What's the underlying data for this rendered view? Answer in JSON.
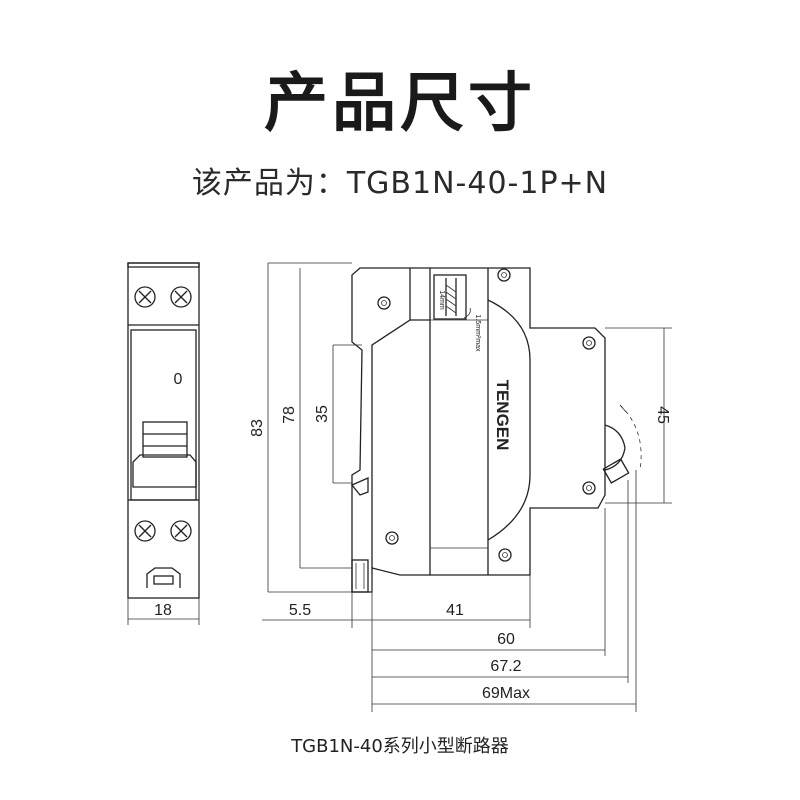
{
  "header": {
    "title": "产品尺寸",
    "subtitle": "该产品为：TGB1N-40-1P+N"
  },
  "drawing": {
    "front_view": {
      "width_label": "18",
      "handle_mark": "0"
    },
    "side_view": {
      "brand": "TENGEN",
      "strip_length": "14mm",
      "wire_size": "1.5mm²max"
    },
    "dimensions": {
      "height_83": "83",
      "height_78": "78",
      "rail_35": "35",
      "height_45": "45",
      "width_5_5": "5.5",
      "width_41": "41",
      "width_60": "60",
      "width_67_2": "67.2",
      "width_69max": "69Max"
    }
  },
  "footer": {
    "caption": "TGB1N-40系列小型断路器"
  }
}
